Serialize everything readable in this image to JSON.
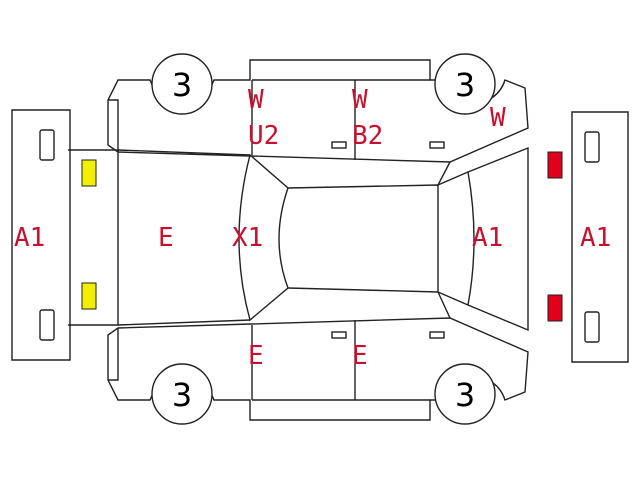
{
  "colors": {
    "label": "#c8102e",
    "outline": "#222222",
    "lamp_front": "#f2f000",
    "lamp_rear": "#e0001b"
  },
  "wheels": {
    "front_left": "3",
    "rear_left": "3",
    "front_right": "3",
    "rear_right": "3"
  },
  "labels": {
    "front_bumper": "A1",
    "hood": "E",
    "windshield": "X1",
    "rear_glass": "A1",
    "rear_bumper": "A1",
    "roof_top_front": "W",
    "roof_top_front_code": "U2",
    "roof_top_rear": "W",
    "roof_top_rear_code": "B2",
    "rear_quarter_top": "W",
    "front_door_bottom": "E",
    "rear_door_bottom": "E"
  }
}
